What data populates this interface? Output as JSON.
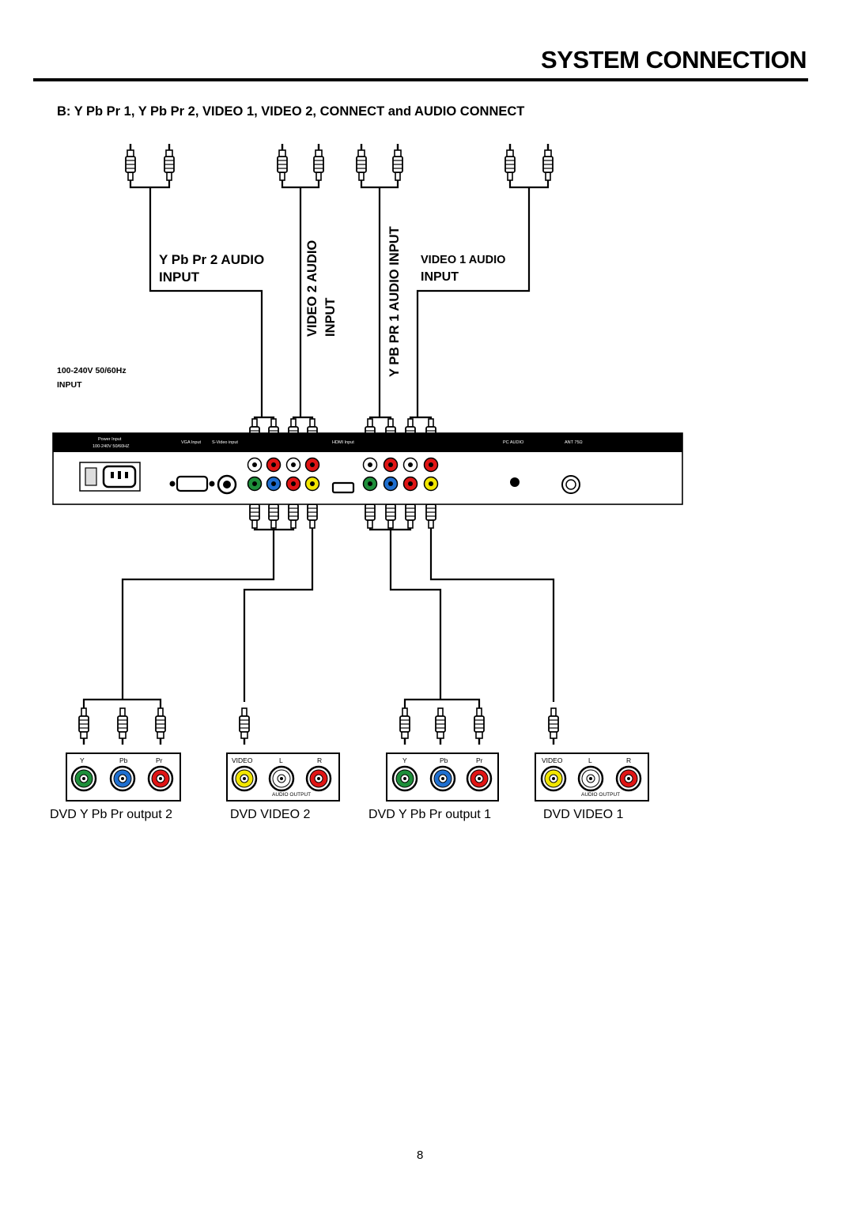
{
  "header": {
    "title": "SYSTEM CONNECTION",
    "subtitle": "B: Y Pb Pr 1, Y Pb Pr 2, VIDEO 1, VIDEO 2, CONNECT and AUDIO CONNECT"
  },
  "labels": {
    "ypbpr2_audio_line1": "Y Pb Pr 2 AUDIO",
    "ypbpr2_audio_line2": "INPUT",
    "video2_audio_line1": "VIDEO  2 AUDIO",
    "video2_audio_line2": "INPUT",
    "ypbpr1_audio": "Y PB PR 1 AUDIO INPUT",
    "video1_audio_line1": "VIDEO 1 AUDIO",
    "video1_audio_line2": "INPUT",
    "power_line1": "100-240V 50/60Hz",
    "power_line2": "INPUT"
  },
  "tv_panel": {
    "power_input": "Power Input",
    "power_rating": "100-240V 50/60HZ",
    "vga_input": "VGA Input",
    "svideo_input": "S-Video input",
    "hdmi_input": "HDMI Input",
    "pc_audio": "PC AUDIO",
    "ant": "ANT 75Ω"
  },
  "devices": [
    {
      "caption": "DVD Y Pb Pr output 2",
      "jack_labels": [
        "Y",
        "Pb",
        "Pr"
      ],
      "sub_label": "",
      "jack_colors": [
        "#1e8f3a",
        "#1f6fd0",
        "#e01515"
      ]
    },
    {
      "caption": "DVD VIDEO 2",
      "jack_labels": [
        "VIDEO",
        "L",
        "R"
      ],
      "sub_label": "AUDIO OUTPUT",
      "jack_colors": [
        "#f2e600",
        "#ffffff",
        "#e01515"
      ]
    },
    {
      "caption": "DVD Y Pb Pr output 1",
      "jack_labels": [
        "Y",
        "Pb",
        "Pr"
      ],
      "sub_label": "",
      "jack_colors": [
        "#1e8f3a",
        "#1f6fd0",
        "#e01515"
      ]
    },
    {
      "caption": "DVD VIDEO 1",
      "jack_labels": [
        "VIDEO",
        "L",
        "R"
      ],
      "sub_label": "AUDIO OUTPUT",
      "jack_colors": [
        "#f2e600",
        "#ffffff",
        "#e01515"
      ]
    }
  ],
  "colors": {
    "green": "#1e8f3a",
    "blue": "#1f6fd0",
    "red": "#e01515",
    "yellow": "#f2e600",
    "white": "#ffffff",
    "panel_strip": "#000000"
  },
  "footer": {
    "page_number": "8"
  }
}
